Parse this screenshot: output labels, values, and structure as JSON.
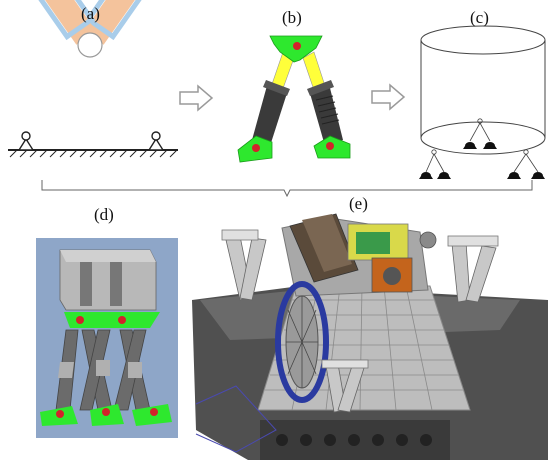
{
  "panels": {
    "a": {
      "label": "(a)"
    },
    "b": {
      "label": "(b)"
    },
    "c": {
      "label": "(c)"
    },
    "d": {
      "label": "(d)"
    },
    "e": {
      "label": "(e)"
    }
  },
  "colors": {
    "strut_tan": "#f4c39c",
    "cylinder_blue": "#a9cdea",
    "green_joint": "#2ee82e",
    "yellow_rod": "#ffff3a",
    "dark_cylinder": "#3a3a3a",
    "red_pivot": "#d2232a",
    "arrow_gray": "#9a9a9a",
    "backdrop_blue": "#8ea6c8",
    "dark_structure": "#505050",
    "light_structure": "#cfcfcf"
  }
}
